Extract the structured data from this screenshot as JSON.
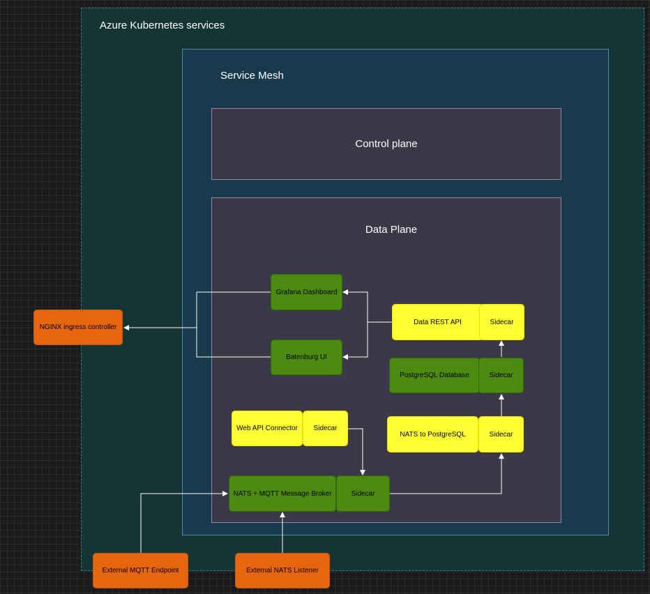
{
  "containers": {
    "aks": "Azure Kubernetes services",
    "service_mesh": "Service Mesh",
    "control_plane": "Control plane",
    "data_plane": "Data Plane"
  },
  "nodes": {
    "grafana": "Grafana Dashboard",
    "batenburg_ui": "Batenburg UI",
    "nginx": "NGINX ingress controller",
    "data_rest_api": "Data REST API",
    "data_rest_api_sidecar": "Sidecar",
    "postgresql_db": "PostgreSQL Database",
    "postgresql_sidecar": "Sidecar",
    "web_api_connector": "Web API Connector",
    "web_api_sidecar": "Sidecar",
    "nats_to_postgres": "NATS to PostgreSQL",
    "nats_to_postgres_sidecar": "Sidecar",
    "broker": "NATS + MQTT Message Broker",
    "broker_sidecar": "Sidecar",
    "external_mqtt": "External MQTT Endpoint",
    "external_nats": "External NATS Listener"
  },
  "colors": {
    "green": "#4d8a10",
    "yellow": "#ffff33",
    "orange": "#e8650f",
    "edge": "#ffffff"
  }
}
